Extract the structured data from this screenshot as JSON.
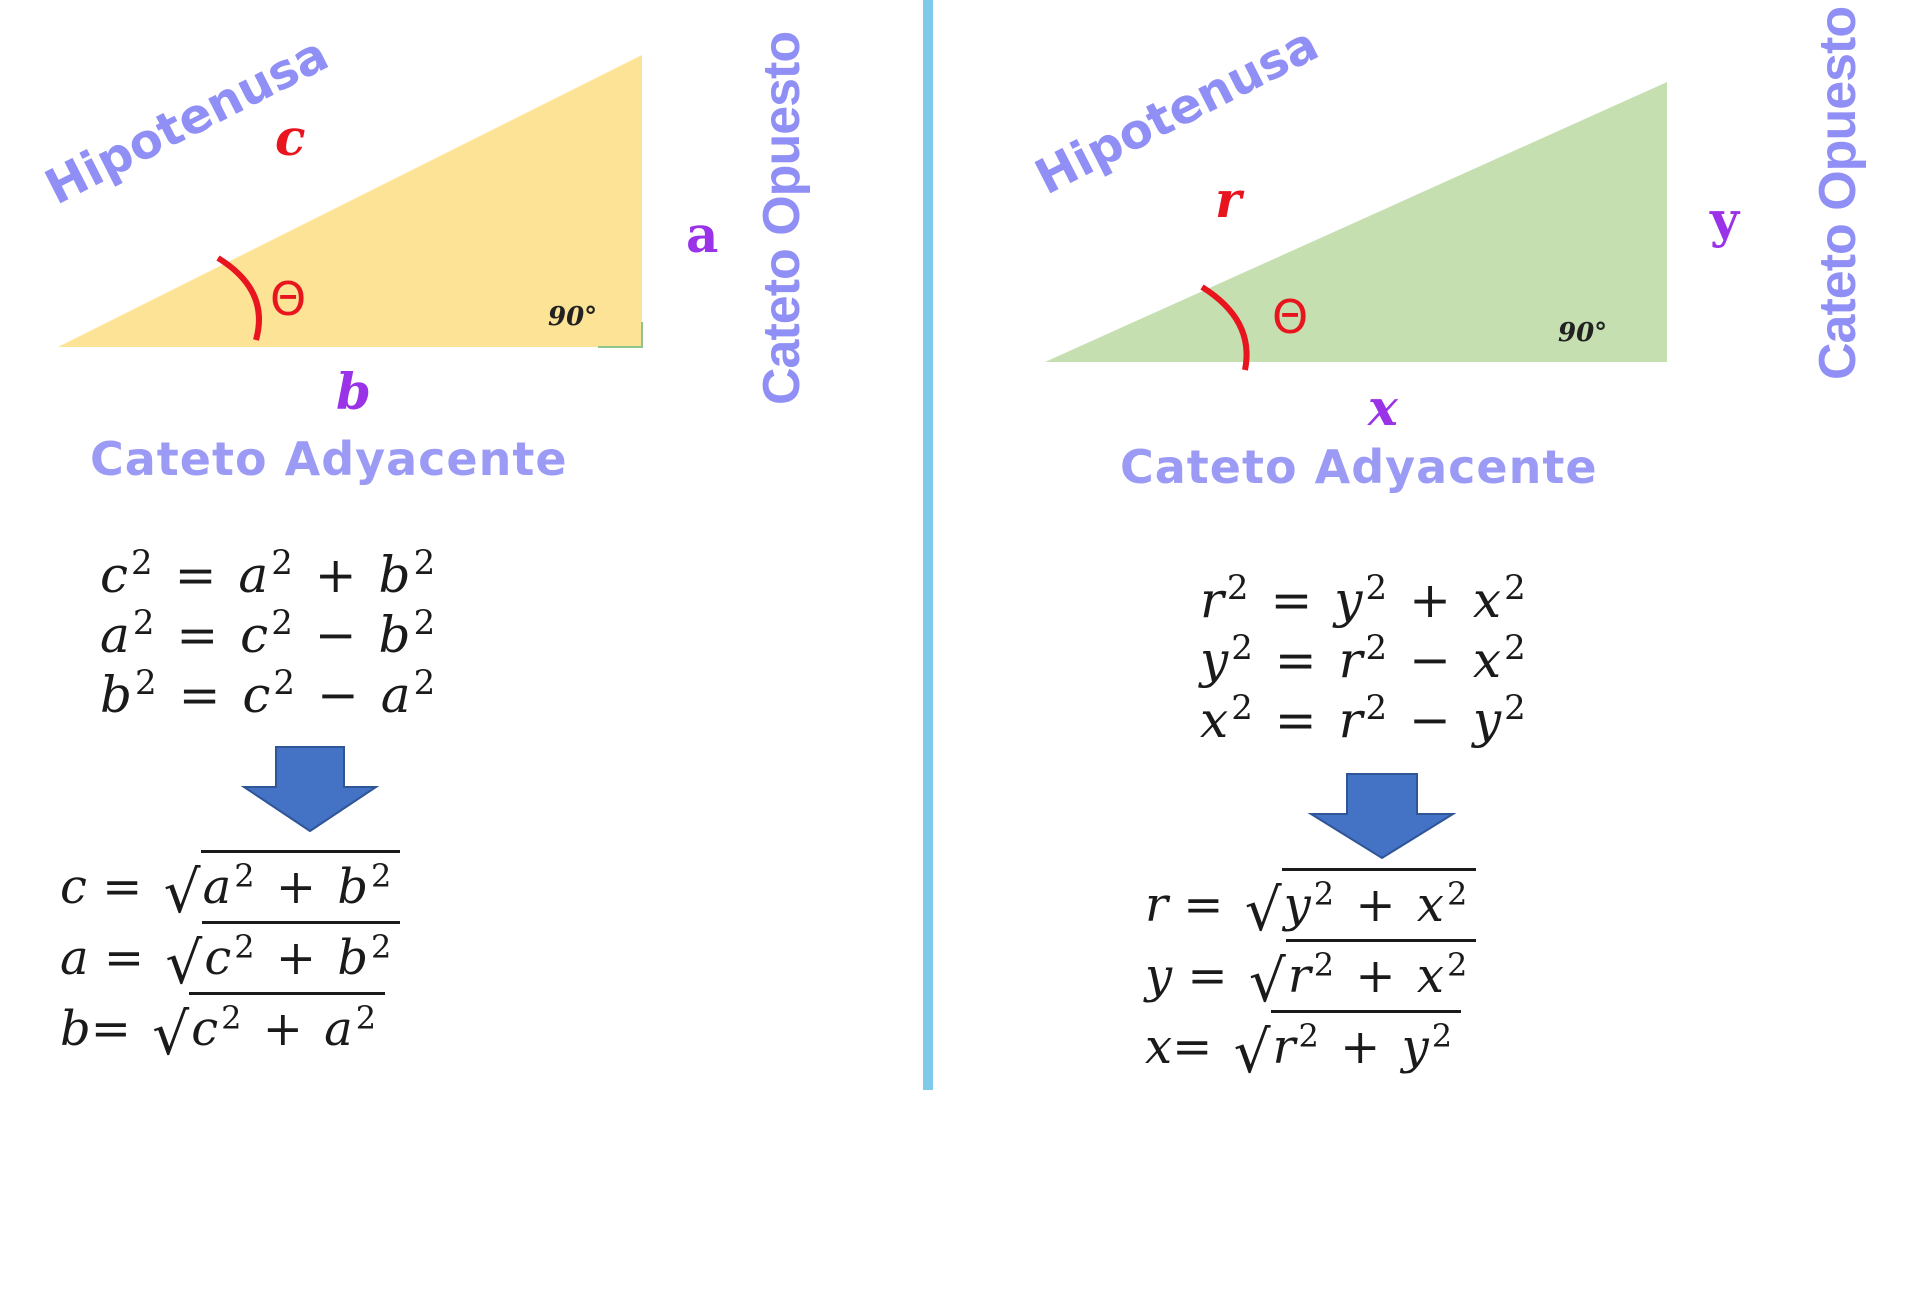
{
  "left": {
    "hypotenuse_label": "Hipotenusa",
    "hypotenuse_var": "c",
    "opposite_var": "a",
    "opposite_label": "Cateto Opuesto",
    "adjacent_var": "b",
    "adjacent_label": "Cateto Adyacente",
    "angle_symbol": "Θ",
    "right_angle": "90°",
    "fill_color": "#fde396",
    "equations": [
      {
        "lhs": "c",
        "op": "+",
        "t1": "a",
        "t2": "b"
      },
      {
        "lhs": "a",
        "op": "−",
        "t1": "c",
        "t2": "b"
      },
      {
        "lhs": "b",
        "op": "−",
        "t1": "c",
        "t2": "a"
      }
    ],
    "roots": [
      {
        "lhs": "c",
        "eq": " = ",
        "t1": "a",
        "t2": "b"
      },
      {
        "lhs": "a",
        "eq": " = ",
        "t1": "c",
        "t2": "b"
      },
      {
        "lhs": "b",
        "eq": "= ",
        "t1": "c",
        "t2": "a"
      }
    ]
  },
  "right": {
    "hypotenuse_label": "Hipotenusa",
    "hypotenuse_var": "r",
    "opposite_var": "y",
    "opposite_label": "Cateto Opuesto",
    "adjacent_var": "x",
    "adjacent_label": "Cateto Adyacente",
    "angle_symbol": "Θ",
    "right_angle": "90°",
    "fill_color": "#c5dfb0",
    "equations": [
      {
        "lhs": "r",
        "op": "+",
        "t1": "y",
        "t2": "x"
      },
      {
        "lhs": "y",
        "op": "−",
        "t1": "r",
        "t2": "x"
      },
      {
        "lhs": "x",
        "op": "−",
        "t1": "r",
        "t2": "y"
      }
    ],
    "roots": [
      {
        "lhs": "r",
        "eq": " = ",
        "t1": "y",
        "t2": "x"
      },
      {
        "lhs": "y",
        "eq": " = ",
        "t1": "r",
        "t2": "x"
      },
      {
        "lhs": "x",
        "eq": "= ",
        "t1": "r",
        "t2": "y"
      }
    ]
  },
  "exponent": "2",
  "equals_sign": "=",
  "radical_sign": "√",
  "colors": {
    "divider": "#7ecbea",
    "arrow": "#4472c4",
    "label": "#8f8ff5",
    "var_red": "#e8141e",
    "var_purple": "#9a32e8"
  }
}
